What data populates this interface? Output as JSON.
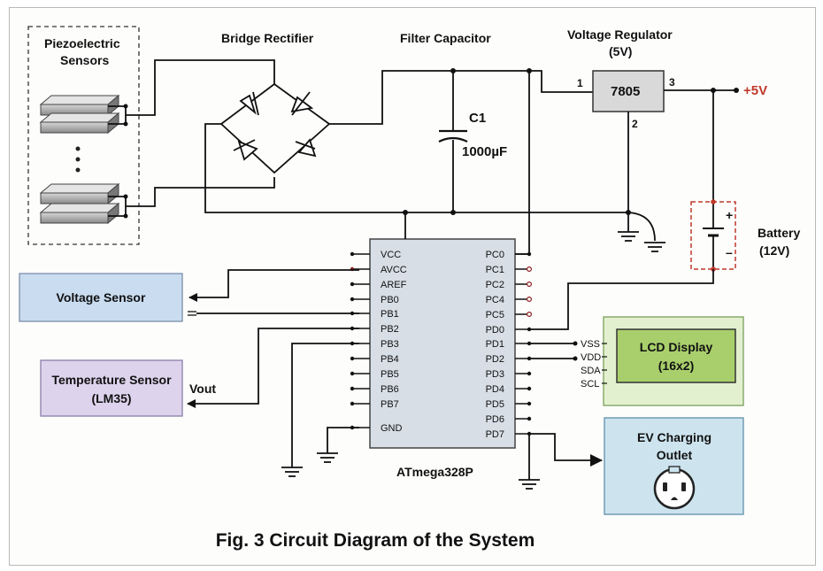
{
  "labels": {
    "piezo_line1": "Piezoelectric",
    "piezo_line2": "Sensors",
    "bridge": "Bridge Rectifier",
    "filter": "Filter Capacitor",
    "regulator_line1": "Voltage Regulator",
    "regulator_line2": "(5V)",
    "reg_part": "7805",
    "reg_pin1": "1",
    "reg_pin2": "2",
    "reg_pin3": "3",
    "plus5v": "+5V",
    "cap_name": "C1",
    "cap_value": "1000µF",
    "battery_line1": "Battery",
    "battery_line2": "(12V)",
    "battery_plus": "+",
    "battery_minus": "–",
    "voltage_sensor": "Voltage Sensor",
    "temp_line1": "Temperature Sensor",
    "temp_line2": "(LM35)",
    "vout": "Vout",
    "mcu": "ATmega328P",
    "lcd_line1": "LCD Display",
    "lcd_line2": "(16x2)",
    "ev_line1": "EV Charging",
    "ev_line2": "Outlet",
    "caption": "Fig. 3  Circuit Diagram of the System"
  },
  "mcu_left_pins": [
    "VCC",
    "AVCC",
    "AREF",
    "PB0",
    "PB1",
    "PB2",
    "PB3",
    "PB4",
    "PB5",
    "PB6",
    "PB7",
    "GND"
  ],
  "mcu_right_pins": [
    "PC0",
    "PC1",
    "PC2",
    "PC4",
    "PC5",
    "PD0",
    "PD1",
    "PD2",
    "PD3",
    "PD4",
    "PD5",
    "PD6",
    "PD7"
  ],
  "lcd_pins": [
    "VSS",
    "VDD",
    "SDA",
    "SCL"
  ],
  "colors": {
    "voltage_sensor_fill": "#c9dcf0",
    "temp_sensor_fill": "#ddd3ec",
    "lcd_outer_fill": "#e3f0cf",
    "lcd_inner_fill": "#a9cf6c",
    "ev_fill": "#cde4ef",
    "mcu_fill": "#d7dee6",
    "regulator_fill": "#d9d9d9",
    "battery_border": "#c0392b",
    "plus5v_color": "#c0392b"
  }
}
